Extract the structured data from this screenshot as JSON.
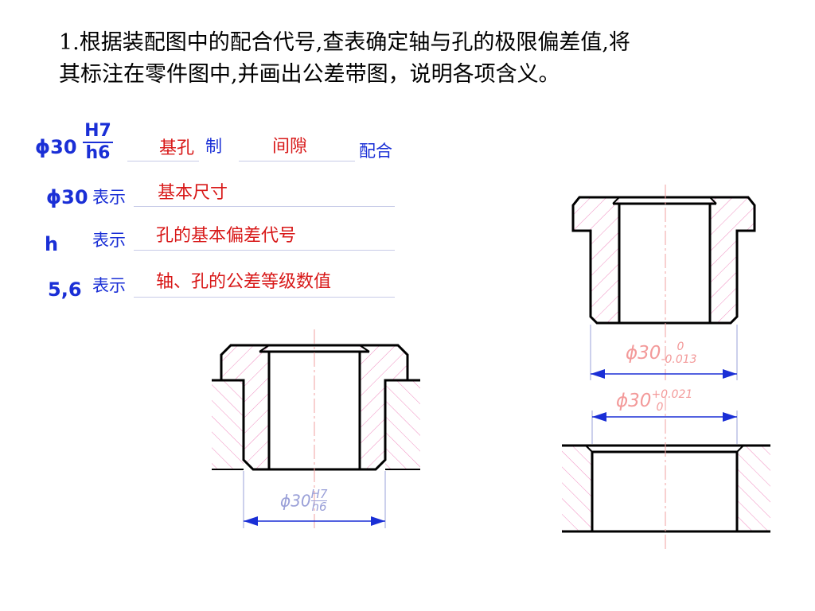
{
  "question": {
    "line1": "1.根据装配图中的配合代号,查表确定轴与孔的极限偏差值,将",
    "line2": "其标注在零件图中,并画出公差带图，说明各项含义。"
  },
  "fit_code": {
    "symbol": "ϕ30",
    "numerator": "H7",
    "denominator": "h6",
    "answer_system": "基孔",
    "word_system": "制",
    "answer_fit": "间隙",
    "word_fit": "配合"
  },
  "rows": [
    {
      "term": "ϕ30",
      "word": "表示",
      "answer": "基本尺寸"
    },
    {
      "term": "h",
      "word": "表示",
      "answer": "孔的基本偏差代号"
    },
    {
      "term": "5,6",
      "word": "表示",
      "answer": "轴、孔的公差等级数值"
    }
  ],
  "dimensions": {
    "assembly": {
      "base": "ϕ30",
      "upper": "H7",
      "lower": "h6"
    },
    "shaft": {
      "base": "ϕ30",
      "upper": "0",
      "lower": "-0.013"
    },
    "hole": {
      "base": "ϕ30",
      "upper": "+0.021",
      "lower": "0"
    }
  },
  "colors": {
    "blue": "#1a2fd6",
    "red": "#d81818",
    "hatch": "#f08cc0",
    "dim": "#9aa0d8",
    "center": "#f0a0a0"
  }
}
